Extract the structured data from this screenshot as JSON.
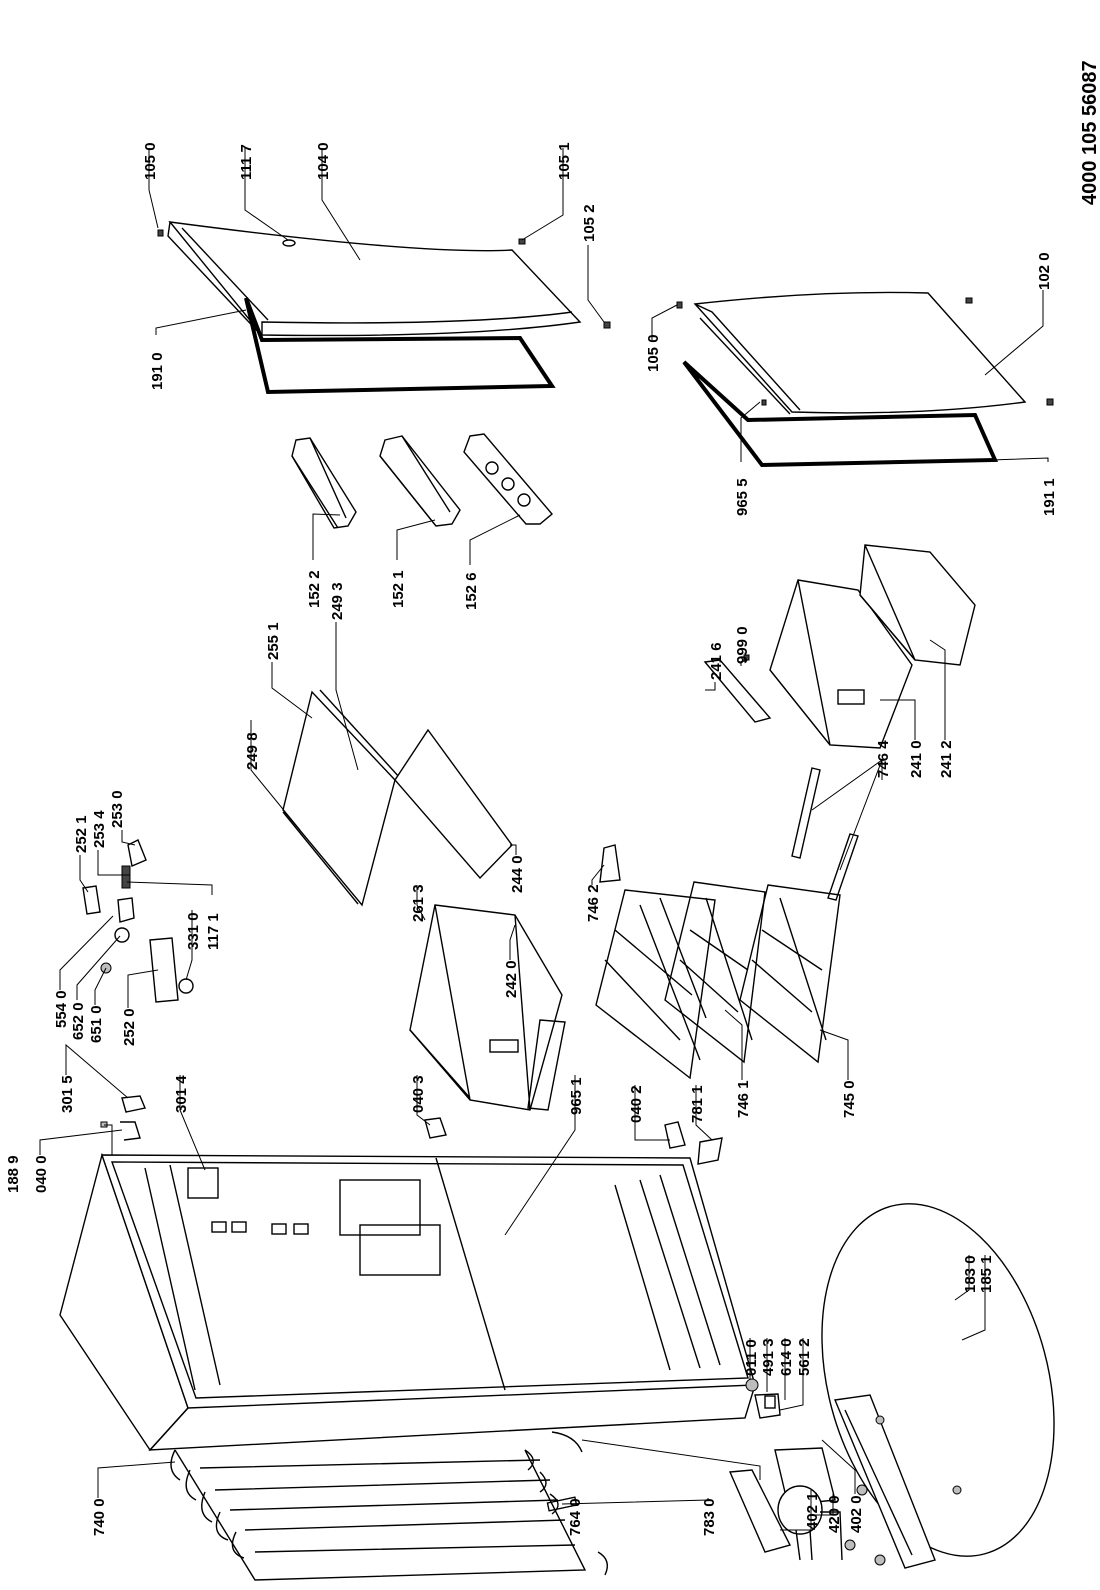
{
  "document": {
    "number": "4000 105 56087"
  },
  "labels": {
    "l1050a": "105 0",
    "l1117": "111 7",
    "l1040": "104 0",
    "l1051": "105 1",
    "l1052": "105 2",
    "l1910": "191 0",
    "l1020": "102 0",
    "l1050b": "105 0",
    "l9655": "965 5",
    "l1911": "191 1",
    "l1522": "152 2",
    "l1521": "152 1",
    "l1526": "152 6",
    "l2551": "255 1",
    "l2493": "249 3",
    "l2498": "249 8",
    "l2416": "241 6",
    "l9990": "999 0",
    "l7464": "746 4",
    "l2410": "241 0",
    "l2412": "241 2",
    "l2521": "252 1",
    "l2534": "253 4",
    "l2530": "253 0",
    "l1171": "117 1",
    "l3310": "331 0",
    "l5540": "554 0",
    "l6520": "652 0",
    "l6510": "651 0",
    "l2520": "252 0",
    "l2613": "261 3",
    "l2440": "244 0",
    "l2420": "242 0",
    "l7462": "746 2",
    "l3015": "301 5",
    "l3014": "301 4",
    "l1889": "188 9",
    "l0400": "040 0",
    "l0403": "040 3",
    "l9651": "965 1",
    "l0402": "040 2",
    "l7811": "781 1",
    "l7461": "746 1",
    "l7450": "745 0",
    "l0110": "011 0",
    "l4913": "491 3",
    "l6140": "614 0",
    "l5612": "561 2",
    "l1830": "183 0",
    "l1851": "185 1",
    "l7400": "740 0",
    "l7640": "764 0",
    "l7830": "783 0",
    "l4021": "402 1",
    "l4200": "420 0",
    "l4020": "402 0"
  }
}
